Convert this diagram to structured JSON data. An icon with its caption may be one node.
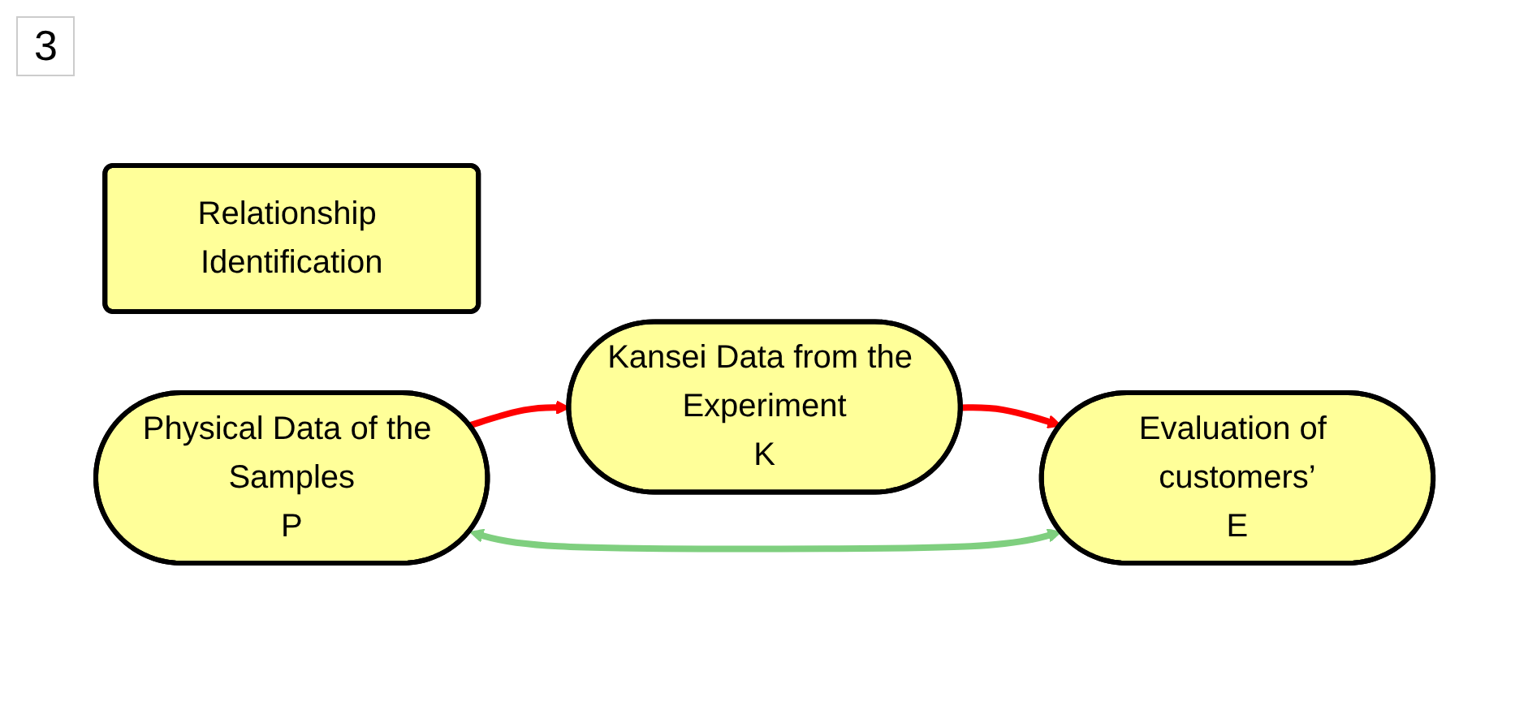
{
  "diagram": {
    "nodes": [
      {
        "text": [
          "Kansei Data from the Experiment",
          "K"
        ]
      },
      {
        "text": [
          "Relationship Identification"
        ]
      },
      {
        "text": [
          "Physical Data of the Samples",
          "P"
        ]
      },
      {
        "text": [
          "Evaluation of customers’",
          "E"
        ]
      }
    ],
    "edges": [
      {
        "from": 2,
        "to": 0,
        "arrow": "to",
        "color": "#ff0000"
      },
      {
        "from": 0,
        "to": 3,
        "arrow": "to",
        "color": "#ff0000"
      },
      {
        "from": 2,
        "to": 3,
        "arrow": "both",
        "color": "#7fcf7f"
      }
    ],
    "labels": [
      "3"
    ]
  }
}
